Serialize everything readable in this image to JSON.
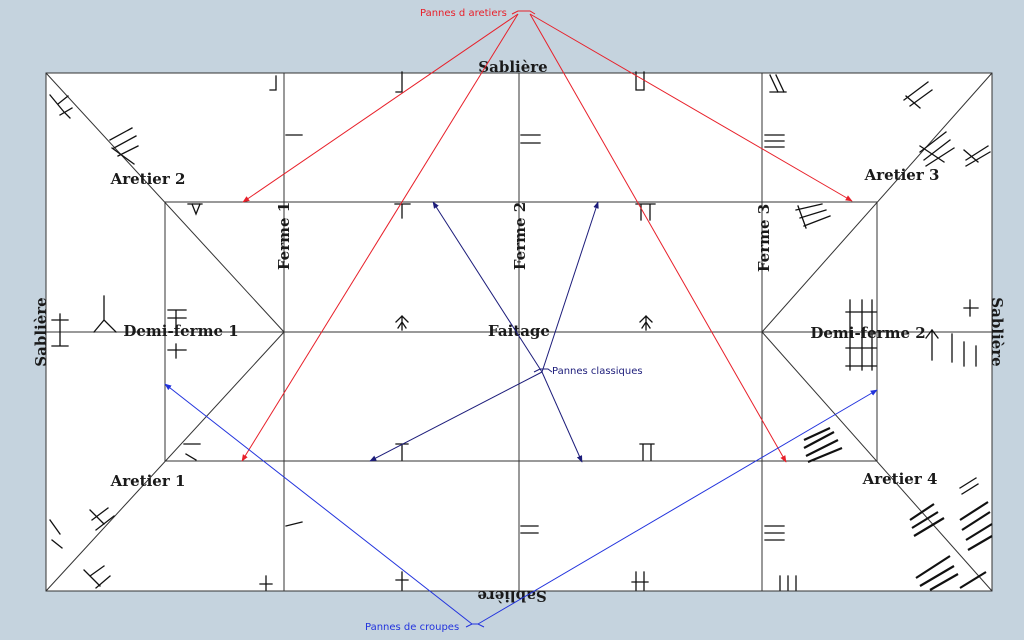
{
  "labels": {
    "sabliere_top": "Sablière",
    "sabliere_bottom": "Sablière",
    "sabliere_left": "Sablière",
    "sabliere_right": "Sablière",
    "aretier_1": "Aretier 1",
    "aretier_2": "Aretier 2",
    "aretier_3": "Aretier 3",
    "aretier_4": "Aretier 4",
    "ferme_1": "Ferme 1",
    "ferme_2": "Ferme 2",
    "ferme_3": "Ferme 3",
    "demi_ferme_1": "Demi-ferme 1",
    "demi_ferme_2": "Demi-ferme 2",
    "faitage": "Faitage"
  },
  "annotations": {
    "pannes_aretiers": "Pannes d aretiers",
    "pannes_classiques": "Pannes classiques",
    "pannes_croupes": "Pannes de croupes"
  },
  "colors": {
    "background": "#c5d3de",
    "roof_fill": "#ffffff",
    "pannes_aretiers": "#e8202a",
    "pannes_classiques": "#1c1c7a",
    "pannes_croupes": "#2233dd"
  }
}
